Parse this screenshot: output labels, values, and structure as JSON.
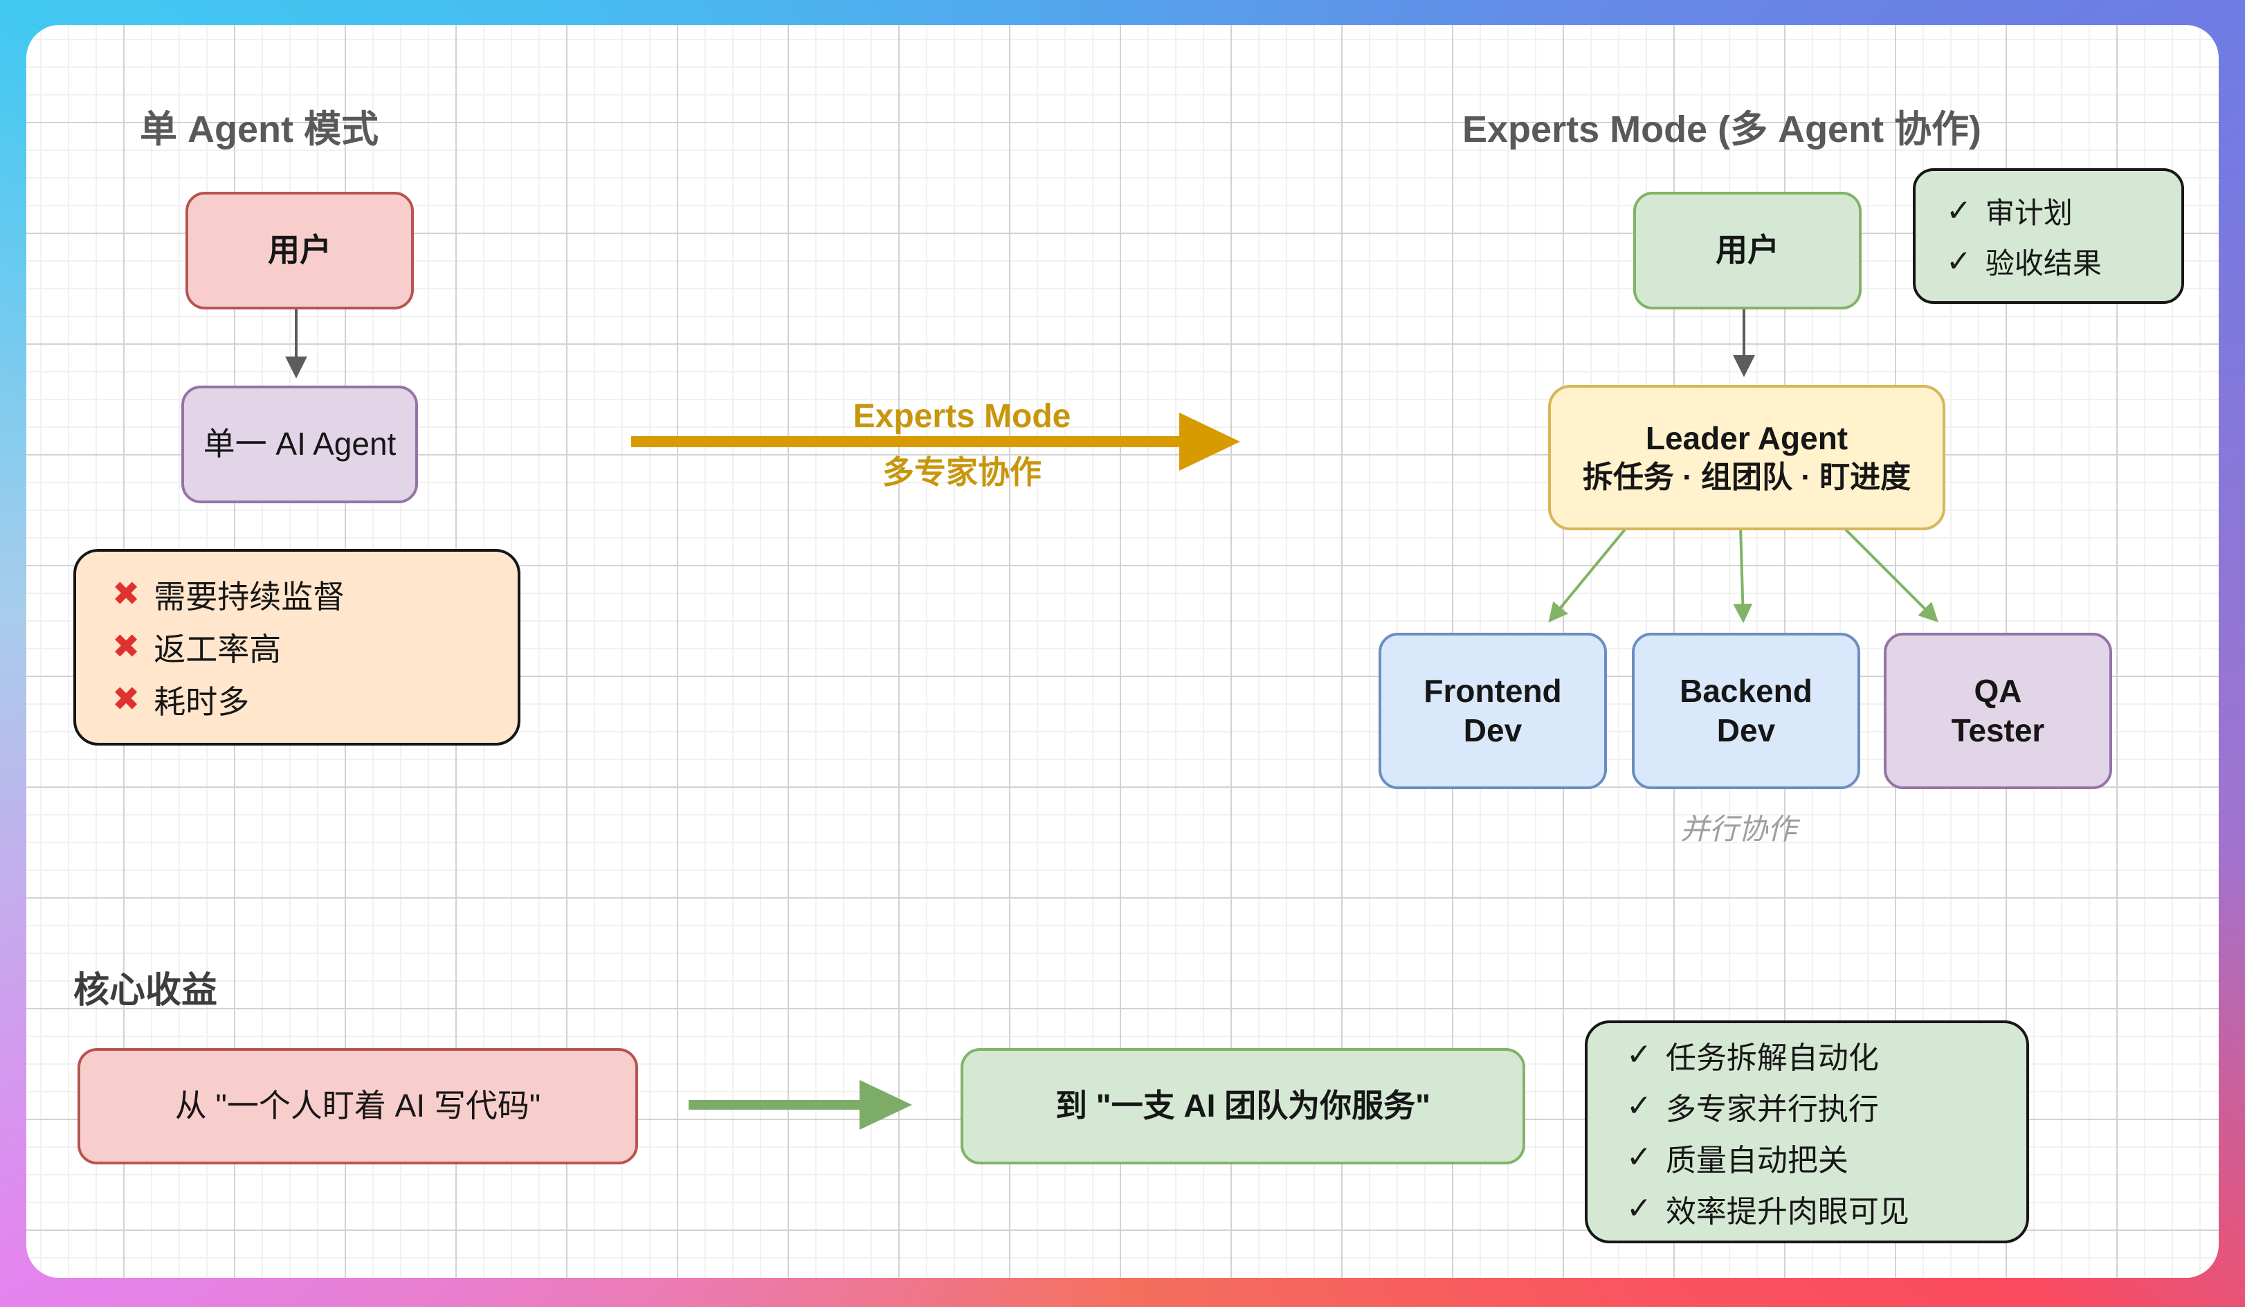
{
  "colors": {
    "frame_gradient_corners": [
      "#41c8f2",
      "#6e7ce3",
      "#fb4a5f",
      "#e583ee"
    ],
    "pink_fill": "#f8cecc",
    "pink_border": "#b85450",
    "purple_fill": "#e1d5e7",
    "purple_border": "#9673a6",
    "green_fill": "#d5e8d4",
    "green_border": "#82b366",
    "blue_fill": "#dae8fc",
    "blue_border": "#6c8ebf",
    "yellow_fill": "#fff2cc",
    "yellow_border": "#d6b656",
    "orange_fill": "#ffe6cc",
    "orange_border": "#d79b00",
    "gold_arrow": "#d79b00",
    "cross_red": "#e03131",
    "heading_gray": "#595959"
  },
  "left": {
    "heading": "单 Agent 模式",
    "user_label": "用户",
    "agent_label": "单一 AI Agent",
    "cross_icon": "✖",
    "drawbacks": [
      "需要持续监督",
      "返工率高",
      "耗时多"
    ]
  },
  "transition": {
    "line1": "Experts Mode",
    "line2": "多专家协作"
  },
  "right": {
    "heading": "Experts Mode (多 Agent 协作)",
    "user_label": "用户",
    "check_icon": "✓",
    "user_duties": [
      "审计划",
      "验收结果"
    ],
    "leader_title": "Leader Agent",
    "leader_subtitle": "拆任务 · 组团队 · 盯进度",
    "workers": [
      {
        "line1": "Frontend",
        "line2": "Dev"
      },
      {
        "line1": "Backend",
        "line2": "Dev"
      },
      {
        "line1": "QA",
        "line2": "Tester"
      }
    ],
    "caption": "并行协作"
  },
  "bottom": {
    "heading": "核心收益",
    "from_label": "从 \"一个人盯着 AI 写代码\"",
    "to_label": "到 \"一支 AI 团队为你服务\"",
    "check_icon": "✓",
    "benefits": [
      "任务拆解自动化",
      "多专家并行执行",
      "质量自动把关",
      "效率提升肉眼可见"
    ]
  }
}
